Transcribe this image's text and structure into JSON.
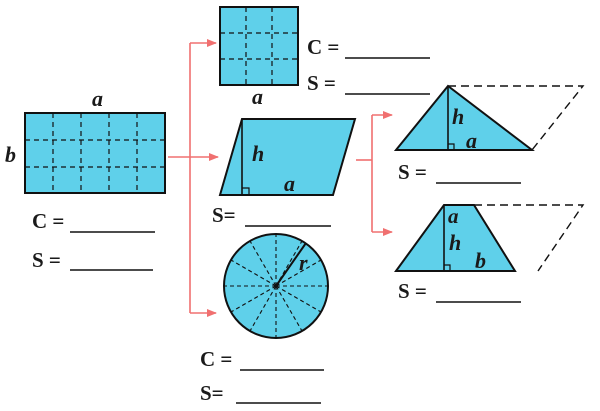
{
  "colors": {
    "fill": "#5fd0ea",
    "stroke": "#111111",
    "arrow": "#f07070",
    "text": "#1a1a1a"
  },
  "rectangle": {
    "side_a": "a",
    "side_b": "b",
    "perimeter_label": "C =",
    "area_label": "S ="
  },
  "square": {
    "side": "a",
    "perimeter_label": "C =",
    "area_label": "S ="
  },
  "parallelogram": {
    "height": "h",
    "base": "a",
    "area_label": "S="
  },
  "circle": {
    "radius": "r",
    "perimeter_label": "C =",
    "area_label": "S="
  },
  "triangle": {
    "height": "h",
    "base": "a",
    "area_label": "S ="
  },
  "trapezoid": {
    "top": "a",
    "height": "h",
    "bottom": "b",
    "area_label": "S ="
  }
}
